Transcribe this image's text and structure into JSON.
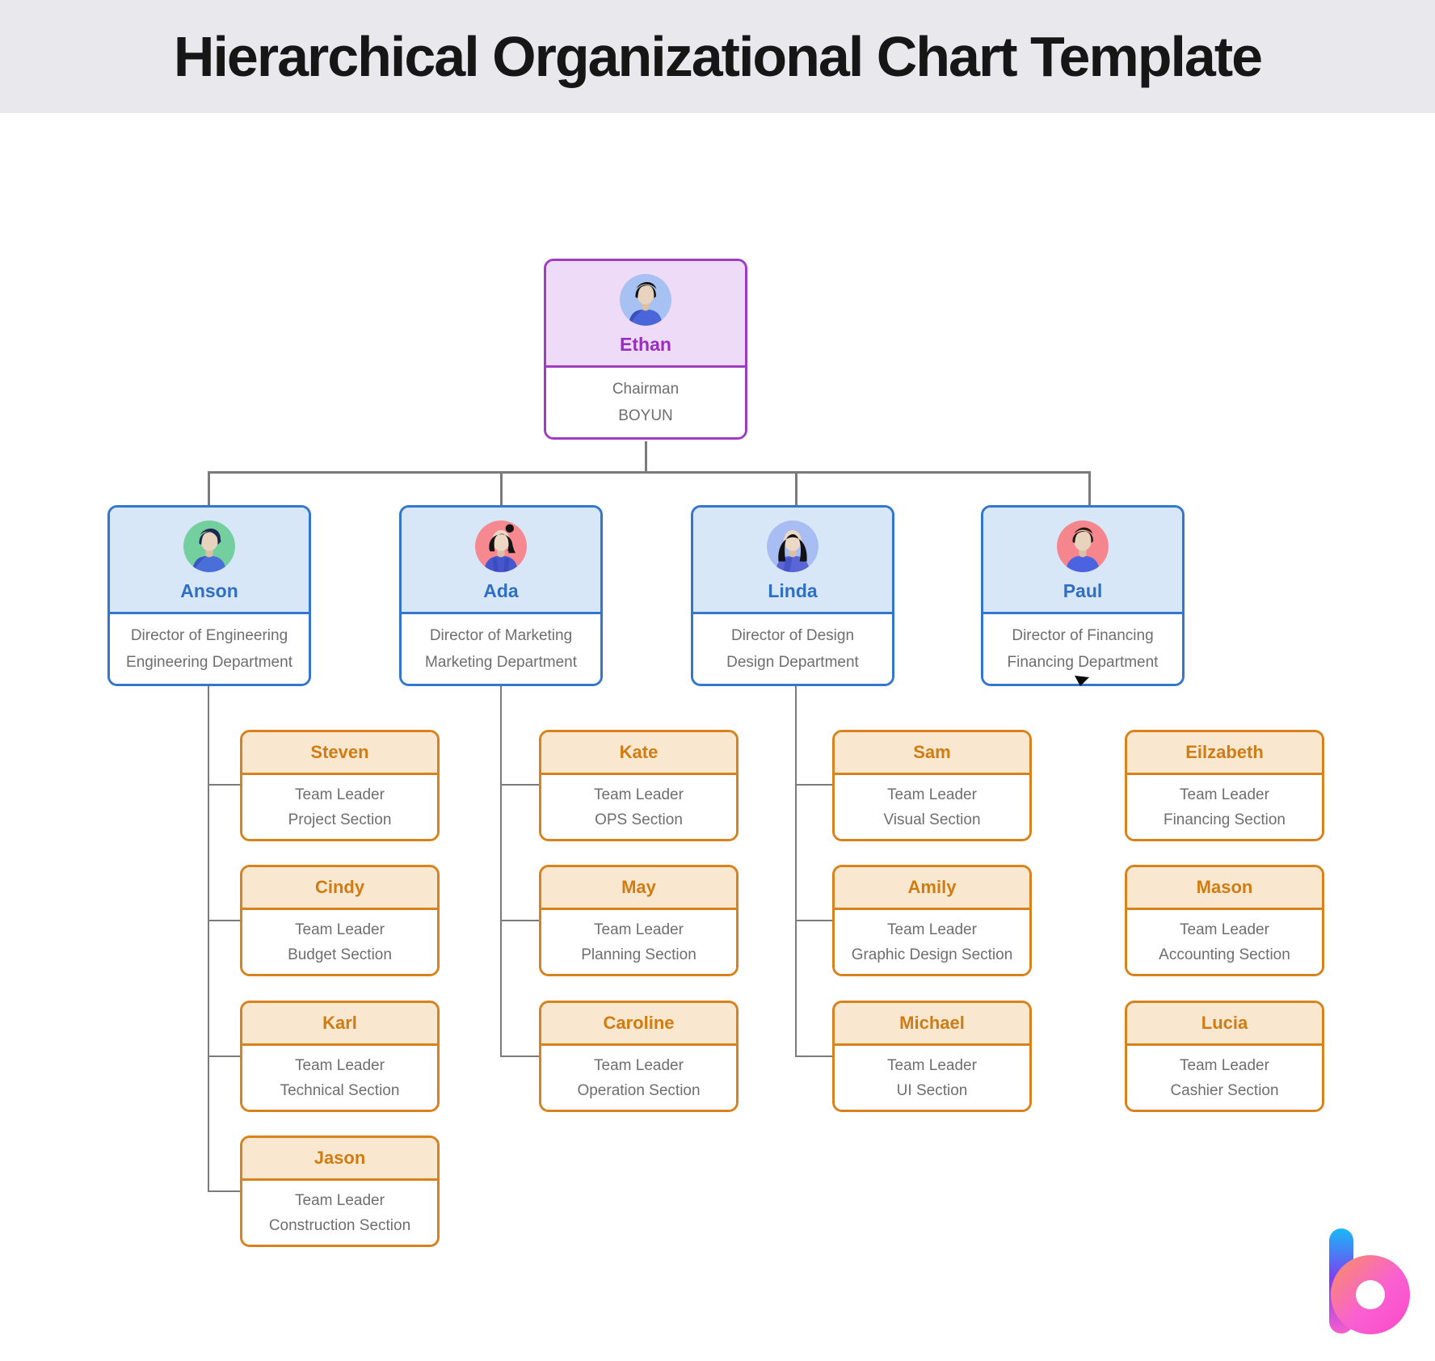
{
  "header": {
    "title": "Hierarchical Organizational Chart Template"
  },
  "palette": {
    "title_band_bg": "#e9e9ed",
    "purple_border": "#a03cc2",
    "purple_fill": "#eddbf7",
    "purple_name": "#982dbe",
    "blue_border": "#3277cb",
    "blue_fill": "#d8e7f8",
    "blue_name": "#2e6fc3",
    "orange_border": "#d8821d",
    "orange_fill": "#f9e7d0",
    "orange_name": "#d07c12",
    "body_text": "#6e6e6e",
    "connector": "#7b7b7b",
    "logo_gradient": [
      "#19b9f7",
      "#7e3df4",
      "#f75ecb",
      "#f69160",
      "#fc49c8"
    ]
  },
  "org": {
    "root": {
      "name": "Ethan",
      "line1": "Chairman",
      "line2": "BOYUN",
      "avatar": "man-dark-hair-blue-shirt-on-periwinkle"
    },
    "directors": [
      {
        "name": "Anson",
        "line1": "Director of Engineering",
        "line2": "Engineering Department",
        "avatar": "man-dark-hair-blue-shirt-on-green",
        "children": [
          {
            "name": "Steven",
            "line1": "Team Leader",
            "line2": "Project Section"
          },
          {
            "name": "Cindy",
            "line1": "Team Leader",
            "line2": "Budget Section"
          },
          {
            "name": "Karl",
            "line1": "Team Leader",
            "line2": "Technical Section"
          },
          {
            "name": "Jason",
            "line1": "Team Leader",
            "line2": "Construction Section"
          }
        ]
      },
      {
        "name": "Ada",
        "line1": "Director of Marketing",
        "line2": "Marketing Department",
        "avatar": "woman-bun-overalls-on-pink",
        "children": [
          {
            "name": "Kate",
            "line1": "Team Leader",
            "line2": "OPS Section"
          },
          {
            "name": "May",
            "line1": "Team Leader",
            "line2": "Planning Section"
          },
          {
            "name": "Caroline",
            "line1": "Team Leader",
            "line2": "Operation Section"
          }
        ]
      },
      {
        "name": "Linda",
        "line1": "Director of Design",
        "line2": "Design Department",
        "avatar": "woman-long-hair-jacket-on-periwinkle",
        "children": [
          {
            "name": "Sam",
            "line1": "Team Leader",
            "line2": "Visual Section"
          },
          {
            "name": "Amily",
            "line1": "Team Leader",
            "line2": "Graphic Design Section"
          },
          {
            "name": "Michael",
            "line1": "Team Leader",
            "line2": "UI Section"
          }
        ]
      },
      {
        "name": "Paul",
        "line1": "Director of Financing",
        "line2": "Financing Department",
        "avatar": "man-dark-hair-blue-shirt-on-pink",
        "children": [
          {
            "name": "Eilzabeth",
            "line1": "Team Leader",
            "line2": "Financing Section"
          },
          {
            "name": "Mason",
            "line1": "Team Leader",
            "line2": "Accounting Section"
          },
          {
            "name": "Lucia",
            "line1": "Team Leader",
            "line2": "Cashier Section"
          }
        ],
        "children_connected": false
      }
    ]
  },
  "cursor": {
    "shape": "black-arrowhead",
    "location": "bottom edge of Paul card"
  },
  "logo": {
    "name": "boardmix-b-logo"
  }
}
